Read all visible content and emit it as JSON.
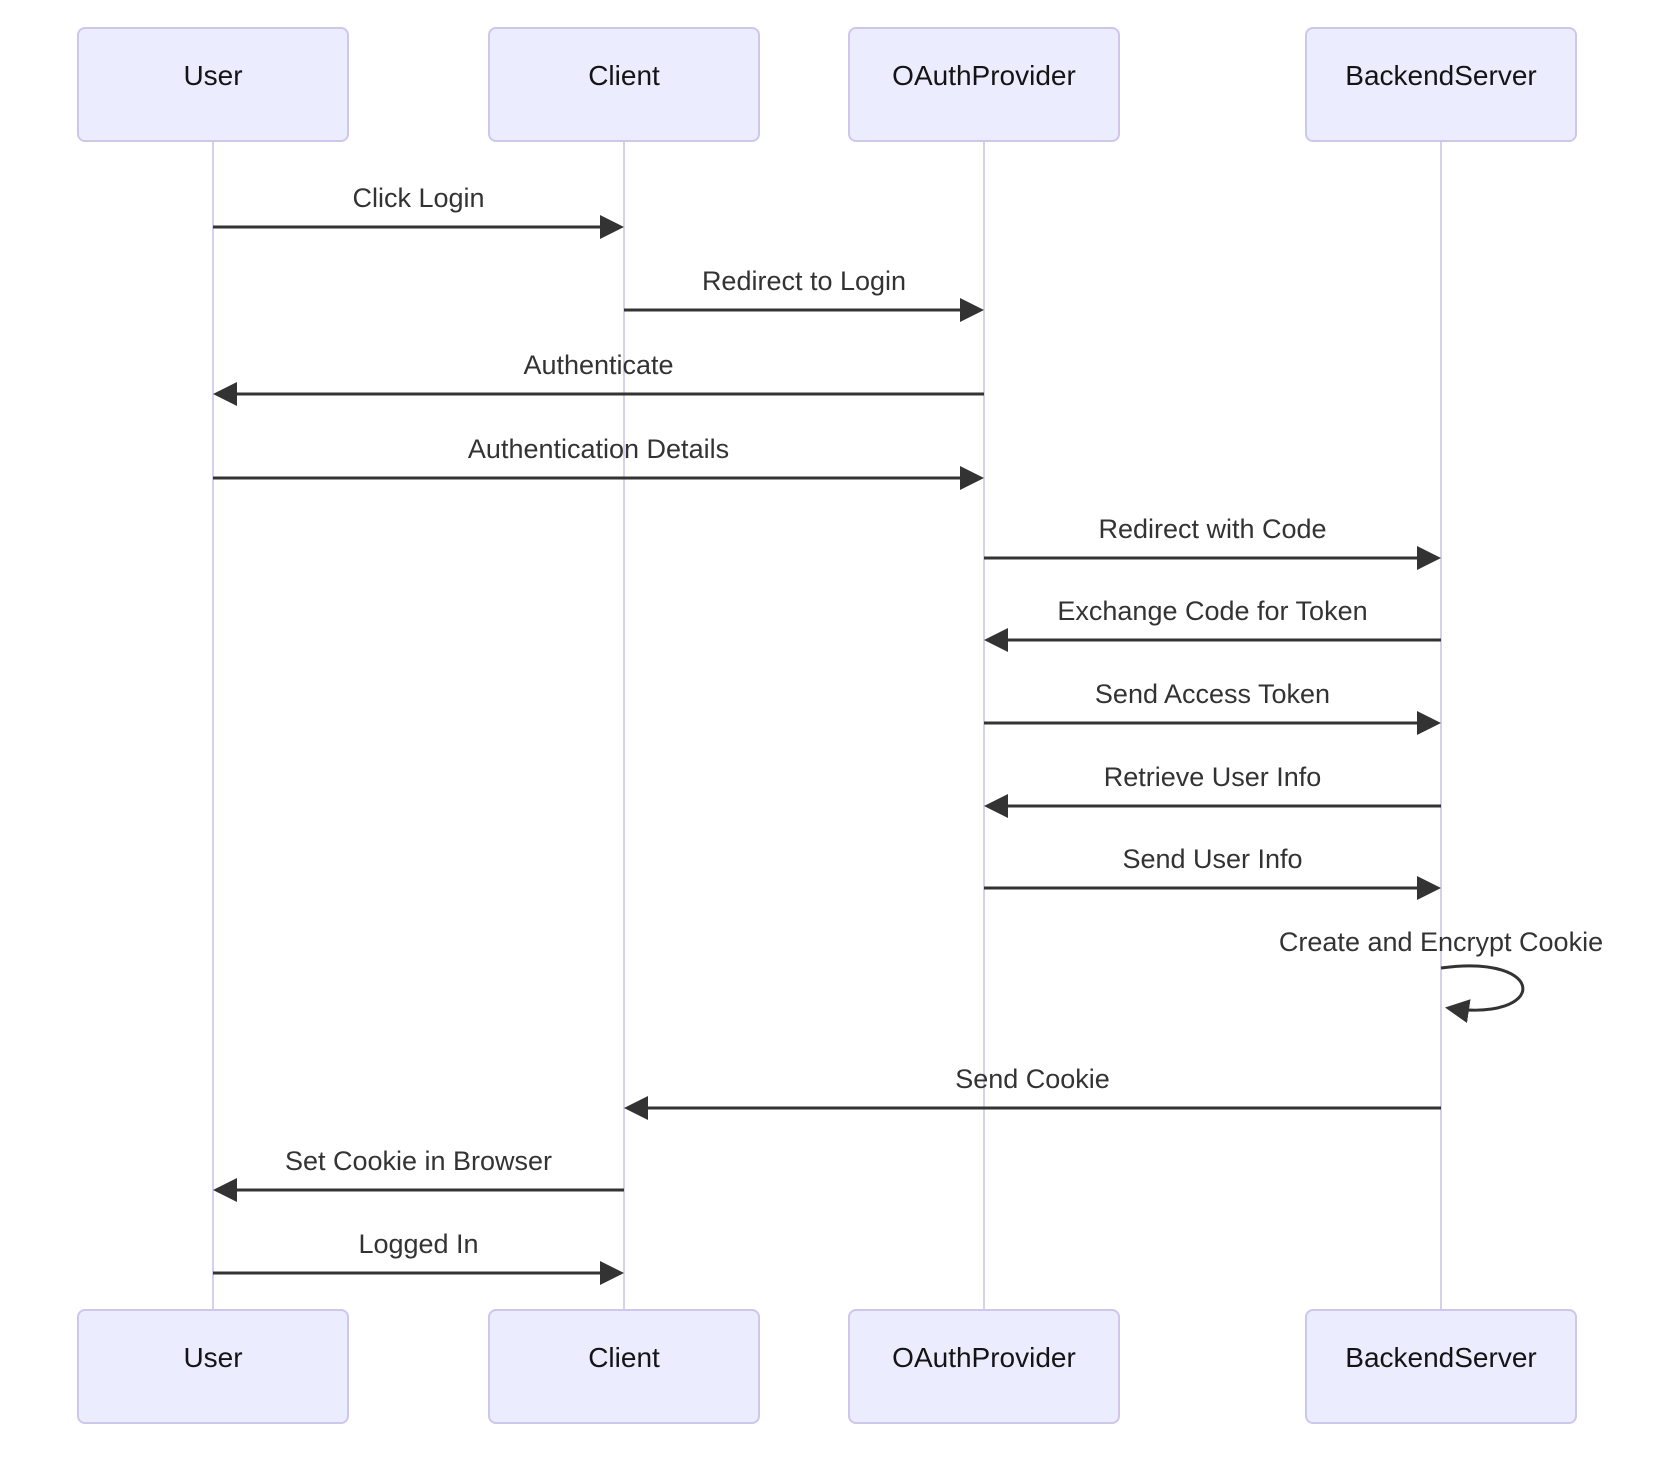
{
  "diagram": {
    "kind": "sequence-diagram",
    "topic": "OAuth login flow",
    "participants": [
      {
        "id": "user",
        "label": "User"
      },
      {
        "id": "client",
        "label": "Client"
      },
      {
        "id": "oauth",
        "label": "OAuthProvider"
      },
      {
        "id": "backend",
        "label": "BackendServer"
      }
    ],
    "messages": [
      {
        "text": "Click Login",
        "from": "user",
        "to": "client",
        "self": false
      },
      {
        "text": "Redirect to Login",
        "from": "client",
        "to": "oauth",
        "self": false
      },
      {
        "text": "Authenticate",
        "from": "oauth",
        "to": "user",
        "self": false
      },
      {
        "text": "Authentication Details",
        "from": "user",
        "to": "oauth",
        "self": false
      },
      {
        "text": "Redirect with Code",
        "from": "oauth",
        "to": "backend",
        "self": false
      },
      {
        "text": "Exchange Code for Token",
        "from": "backend",
        "to": "oauth",
        "self": false
      },
      {
        "text": "Send Access Token",
        "from": "oauth",
        "to": "backend",
        "self": false
      },
      {
        "text": "Retrieve User Info",
        "from": "backend",
        "to": "oauth",
        "self": false
      },
      {
        "text": "Send User Info",
        "from": "oauth",
        "to": "backend",
        "self": false
      },
      {
        "text": "Create and Encrypt Cookie",
        "from": "backend",
        "to": "backend",
        "self": true
      },
      {
        "text": "Send Cookie",
        "from": "backend",
        "to": "client",
        "self": false
      },
      {
        "text": "Set Cookie in Browser",
        "from": "client",
        "to": "user",
        "self": false
      },
      {
        "text": "Logged In",
        "from": "user",
        "to": "client",
        "self": false
      }
    ],
    "colors": {
      "actor_fill": "#ECECFF",
      "actor_border": "#CFC6EC",
      "lifeline": "#D5D0EE",
      "arrow": "#333333",
      "message_text": "#333333",
      "actor_text": "#141414",
      "background": "#FFFFFF"
    }
  }
}
